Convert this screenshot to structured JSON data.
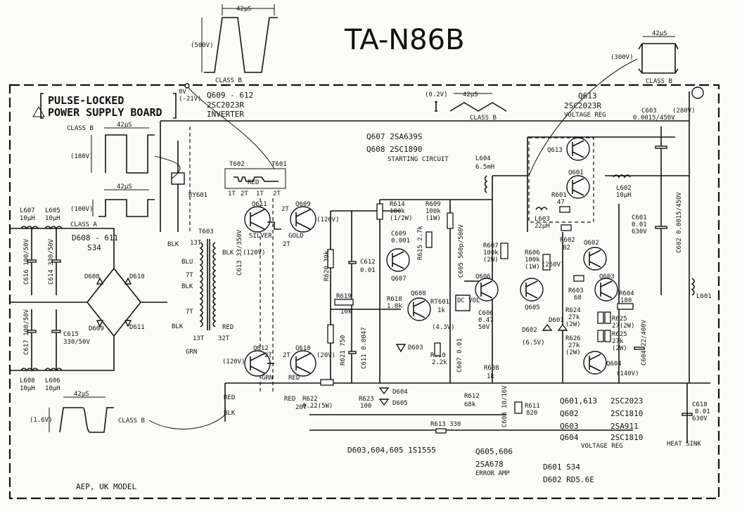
{
  "title": "TA-N86B",
  "board_title_1": "PULSE-LOCKED",
  "board_title_2": "POWER SUPPLY BOARD",
  "model_note": "AEP, UK MODEL",
  "waveforms": {
    "top_period": "42μS",
    "top_amp": "(500V)",
    "top_class": "CLASS B",
    "tr_period": "42μS",
    "tr_amp": "(300V)",
    "tr_class": "CLASS B",
    "mid_amp": "(0.2V)",
    "mid_period": "42μS",
    "mid_class": "CLASS B",
    "left1_class": "CLASS B",
    "left1_period": "42μS",
    "left1_amp": "(180V)",
    "left2_period": "42μS",
    "left2_amp": "(100V)",
    "left2_class": "CLASS A",
    "bot_period": "42μS",
    "bot_amp": "(1.6V)",
    "bot_class": "CLASS B",
    "v280": "(280V)"
  },
  "labels": {
    "q609_612": "Q609 - 612",
    "q609_type": "2SC2023R",
    "inverter": "INVERTER",
    "v0": "0V",
    "v21": "(-21V)",
    "q613": "Q613",
    "q613_type": "2SC2023R",
    "voltage_reg": "VOLTAGE REG",
    "c603": "C603",
    "c603_val": "0.0015/450V",
    "q607_line": "Q607   2SA639S",
    "q608_line": "Q608   2SC1890",
    "starting_circuit": "STARTING CIRCUIT",
    "l604": "L604",
    "l604_val": "6.5mH",
    "t602": "T602",
    "t601": "T601",
    "ry601": "RY601",
    "t603": "T603",
    "l607": "L607",
    "l607_val": "10μH",
    "l605": "L605",
    "l605_val": "10μH",
    "d608_611": "D608 - 611",
    "s34": "S34",
    "c616": "C616 100/50V",
    "c614": "C614 330/50V",
    "d608": "D608",
    "d610": "D610",
    "d609": "D609",
    "d611": "D611",
    "c617": "C617 100/50V",
    "c615": "C615",
    "c615_val": "330/50V",
    "l608": "L608",
    "l608_val": "10μH",
    "l606": "L606",
    "l606_val": "10μH",
    "blk": "BLK",
    "blu": "BLU",
    "grn": "GRN",
    "red": "RED",
    "silver": "SILVER",
    "gold": "GOLD",
    "q611": "Q611",
    "q609": "Q609",
    "q612": "Q612",
    "q610": "Q610",
    "v120": "(120V)",
    "c613": "C613 33/350V",
    "r620": "R620 39k",
    "r619": "R619",
    "r619_val": "10k",
    "r621": "R621 750",
    "c611": "C611 0.0047",
    "c612": "C612",
    "c612_val": "0.01",
    "r614": "R614",
    "r614_val": "180k",
    "r614_w": "(1/2W)",
    "r609": "R609",
    "r609_val": "100k",
    "r609_w": "(1W)",
    "c609": "C609",
    "c609_val": "0.001",
    "r615": "R615 2.7k",
    "q607": "Q607",
    "q608": "Q608",
    "r618": "R618",
    "r618_val": "1.8k",
    "rt601": "RT601",
    "rt601_val": "1k",
    "d603": "D603",
    "v43": "(4.3V)",
    "r610": "R610",
    "r610_val": "2.2k",
    "c607": "C607 0.01",
    "c605": "C605 560p/500V",
    "r607": "R607",
    "r607_val": "100k",
    "r607_w": "(2W)",
    "q606": "Q606",
    "dc_vol": "DC VOL",
    "c606": "C606",
    "c606_val": "0.47",
    "c606_v": "50V",
    "r606": "R606",
    "r606_val": "100k",
    "r606_w": "(1W)",
    "q605": "Q605",
    "v65": "(6.5V)",
    "d602": "D602",
    "d601": "D601",
    "q613_sym": "Q613",
    "q601": "Q601",
    "r601": "R601",
    "r601_val": "47",
    "l603": "L603",
    "l603_val": "22μH",
    "l602": "L602",
    "l602_val": "10μH",
    "r602": "R602",
    "r602_val": "82",
    "q602": "Q602",
    "v250": "(250V)",
    "q603": "Q603",
    "r603": "R603",
    "r603_val": "68",
    "r604": "R604",
    "r604_val": "180",
    "r624": "R624",
    "r624_val": "27k",
    "r624_w": "(2W)",
    "r625": "R625",
    "r625_val": "27(2W)",
    "r626": "R626",
    "r626_val": "27k",
    "r626_w": "(2W)",
    "r625b": "R625",
    "r625b_val": "27k",
    "r625b_w": "(2W)",
    "q604": "Q604",
    "v140": "(140V)",
    "c601": "C601",
    "c601_val": "0.01",
    "c601_v": "630V",
    "c602": "C602 0.0015/450V",
    "c604": "C604 22/400V",
    "l601": "L601",
    "v20": "(20V)",
    "d604": "D604",
    "d605": "D605",
    "r622": "R622",
    "r622_val": "0.22(5W)",
    "r623": "R623",
    "r623_val": "100",
    "red20t": "20T",
    "r612": "R612",
    "r612_val": "68k",
    "r608": "R608",
    "r608_val": "1k",
    "c608": "C608 10/16V",
    "r611": "R611",
    "r611_val": "820",
    "r613": "R613 330",
    "c618": "C618",
    "c618_val": "0.01",
    "c618_v": "630V",
    "heat_sink": "HEAT SINK",
    "t13": "13T",
    "t7a": "7T",
    "t7b": "7T",
    "t13b": "13T",
    "t32": "32T",
    "t1a": "1T",
    "t2a": "2T",
    "t1b": "1T",
    "t2b": "2T",
    "t2c": "2T",
    "t2d": "2T",
    "t2e": "2T",
    "t2f": "2T"
  },
  "tables": {
    "parts": [
      [
        "Q601,613",
        "2SC2023"
      ],
      [
        "Q602",
        "2SC1810"
      ],
      [
        "Q603",
        "2SA911"
      ],
      [
        "Q604",
        "2SC1810"
      ]
    ],
    "parts_caption": "VOLTAGE REG",
    "d603_line": "D603,604,605  1S1555",
    "q605_606": "Q605,606",
    "q605_type": "2SA678",
    "error_amp": "ERROR AMP",
    "d601_line": "D601   S34",
    "d602_line": "D602   RD5.6E"
  }
}
